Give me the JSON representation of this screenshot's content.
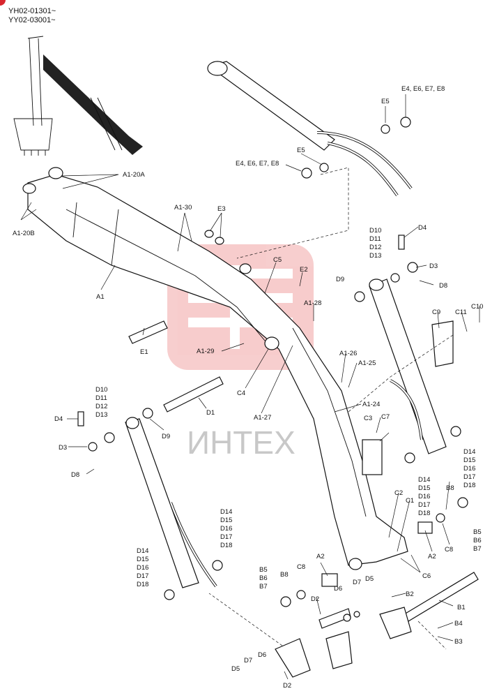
{
  "header": {
    "serial_line1": "YH02-01301~",
    "serial_line2": "YY02-03001~"
  },
  "watermark": {
    "text": "ИНТЕХ",
    "color": "#e03a3a"
  },
  "labels": {
    "A1_20A": "A1-20A",
    "A1_20B": "A1-20B",
    "A1": "A1",
    "A1_30": "A1-30",
    "E3": "E3",
    "E5_top": "E5",
    "E4_E8_top": "E4, E6, E7, E8",
    "E5_mid": "E5",
    "E4_E8_mid": "E4, E6, E7, E8",
    "C5": "C5",
    "E2": "E2",
    "A1_28": "A1-28",
    "D9_right": "D9",
    "D10_right": "D10",
    "D11_right": "D11",
    "D12_right": "D12",
    "D13_right": "D13",
    "D4_right": "D4",
    "D3_right": "D3",
    "D8_right": "D8",
    "C9": "C9",
    "C11": "C11",
    "C10": "C10",
    "E1": "E1",
    "A1_29": "A1-29",
    "A1_26": "A1-26",
    "A1_25": "A1-25",
    "C4": "C4",
    "D1": "D1",
    "A1_27": "A1-27",
    "A1_24": "A1-24",
    "C3": "C3",
    "C7": "C7",
    "D10_left": "D10",
    "D11_left": "D11",
    "D12_left": "D12",
    "D13_left": "D13",
    "D4_left": "D4",
    "D3_left": "D3",
    "D8_left": "D8",
    "D9_left": "D9",
    "D14_right": "D14",
    "D15_right": "D15",
    "D16_right": "D16",
    "D17_right": "D17",
    "D18_right": "D18",
    "D14_mid": "D14",
    "D15_mid": "D15",
    "D16_mid": "D16",
    "D17_mid": "D17",
    "D18_mid": "D18",
    "D14_left_a": "D14",
    "D15_left_a": "D15",
    "D16_left_a": "D16",
    "D17_left_a": "D17",
    "D18_left_a": "D18",
    "D14_left_b": "D14",
    "D15_left_b": "D15",
    "D16_left_b": "D16",
    "D17_left_b": "D17",
    "D18_left_b": "D18",
    "C2": "C2",
    "C1": "C1",
    "B8_right": "B8",
    "B5_right": "B5",
    "B6_right": "B6",
    "B7_right": "B7",
    "C8_right": "C8",
    "A2_right": "A2",
    "C6": "C6",
    "A2_left": "A2",
    "B5_left": "B5",
    "B6_left": "B6",
    "B7_left": "B7",
    "B8_left": "B8",
    "C8_left": "C8",
    "D6_mid": "D6",
    "D7_mid": "D7",
    "D5_mid": "D5",
    "D2_mid": "D2",
    "B2": "B2",
    "B1": "B1",
    "B4": "B4",
    "B3": "B3",
    "D7_bottom": "D7",
    "D6_bottom": "D6",
    "D5_bottom": "D5",
    "D2_bottom": "D2"
  }
}
